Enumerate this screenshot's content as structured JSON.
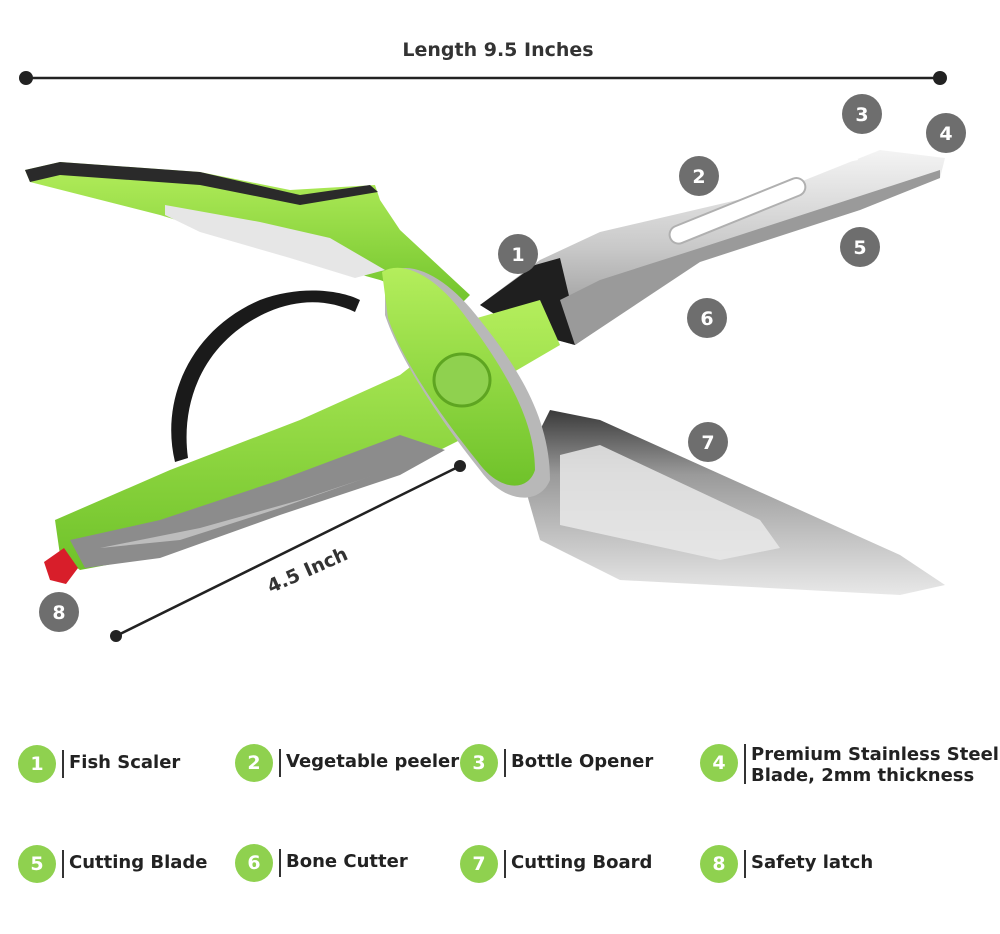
{
  "dimensions": {
    "length_label": "Length 9.5 Inches",
    "handle_label": "4.5 Inch"
  },
  "callouts": [
    "1",
    "2",
    "3",
    "4",
    "5",
    "6",
    "7",
    "8"
  ],
  "legend": [
    {
      "number": "1",
      "text": "Fish Scaler"
    },
    {
      "number": "2",
      "text": "Vegetable peeler"
    },
    {
      "number": "3",
      "text": "Bottle Opener"
    },
    {
      "number": "4",
      "line1": "Premium Stainless Steel",
      "line2": "Blade, 2mm thickness"
    },
    {
      "number": "5",
      "text": "Cutting Blade"
    },
    {
      "number": "6",
      "text": "Bone Cutter"
    },
    {
      "number": "7",
      "text": "Cutting Board"
    },
    {
      "number": "8",
      "text": "Safety latch"
    }
  ],
  "colors": {
    "handle_green": "#8fd14f",
    "callout_gray": "#6e6e6e",
    "latch_red": "#d81e2a"
  }
}
